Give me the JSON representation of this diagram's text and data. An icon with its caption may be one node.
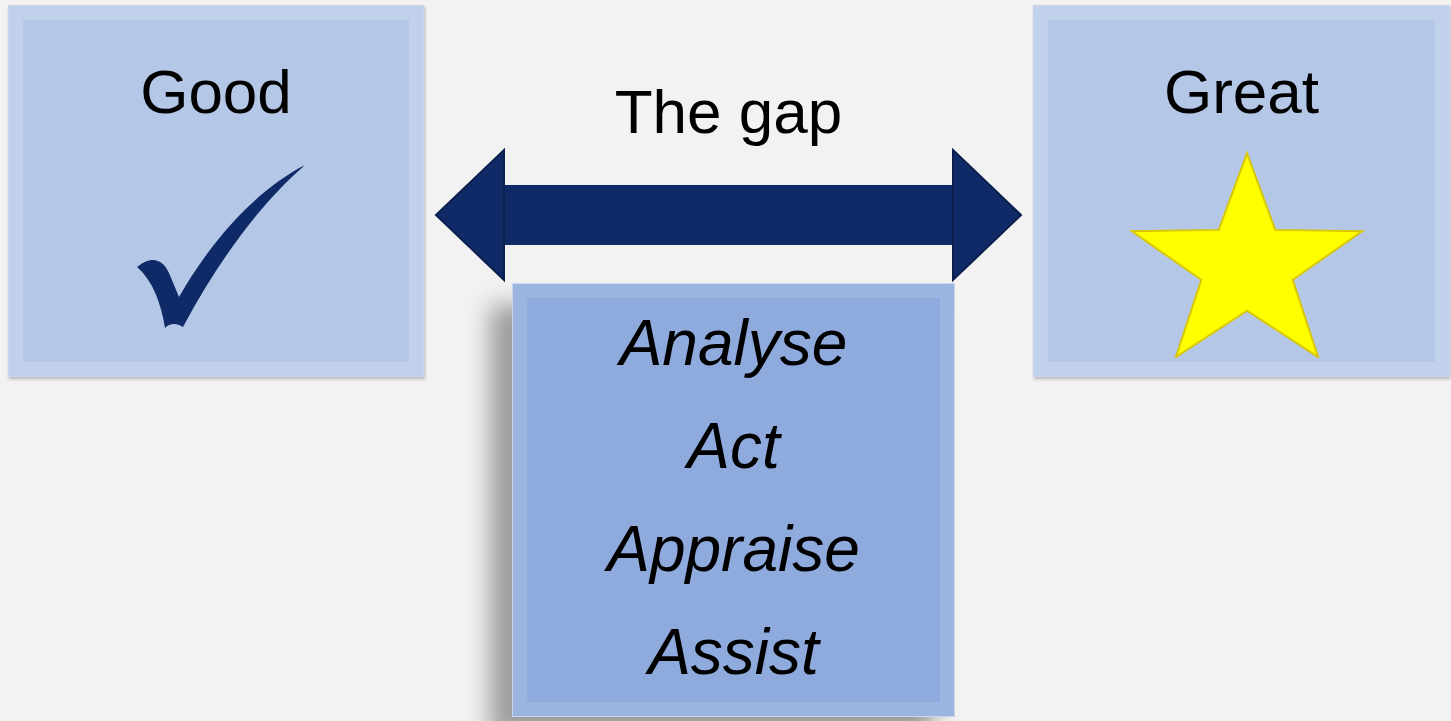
{
  "diagram": {
    "nodes": [
      {
        "text": [
          "Good"
        ]
      },
      {
        "text": [
          "Great"
        ]
      },
      {
        "text": [
          "Analyse",
          "Act",
          "Appraise",
          "Assist"
        ]
      }
    ],
    "edges": [
      {
        "from": 0,
        "to": 1,
        "arrow": "both",
        "label": "The gap"
      }
    ]
  }
}
